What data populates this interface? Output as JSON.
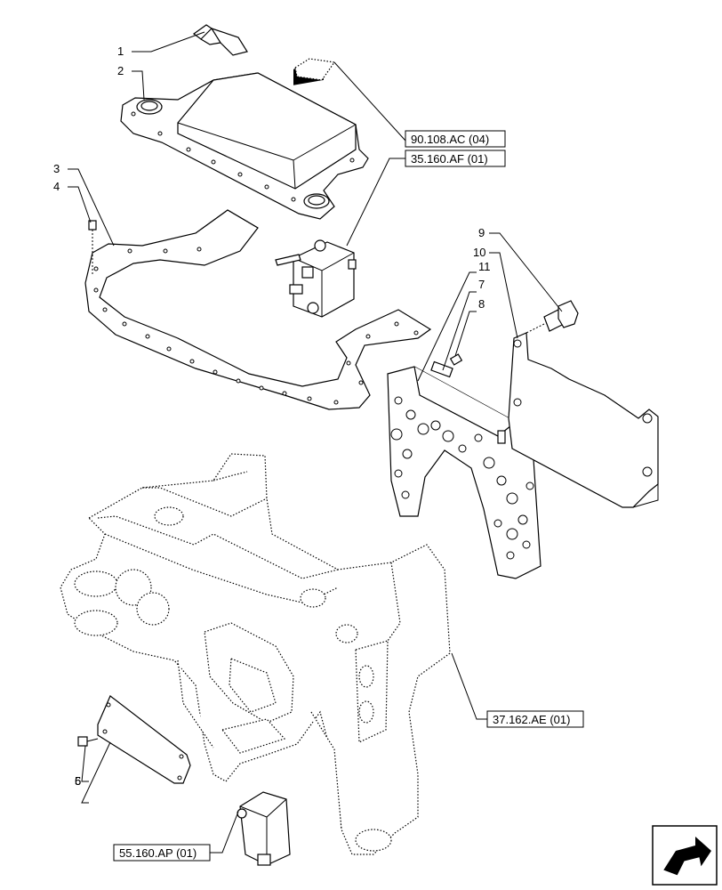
{
  "callouts": [
    "1",
    "2",
    "3",
    "4",
    "5",
    "6",
    "7",
    "8",
    "9",
    "10",
    "11"
  ],
  "references": {
    "ref_90108": "90.108.AC (04)",
    "ref_35160": "35.160.AF (01)",
    "ref_37162": "37.162.AE (01)",
    "ref_55160": "55.160.AP (01)"
  },
  "icons": {
    "nav": "next-page-arrow-icon"
  }
}
